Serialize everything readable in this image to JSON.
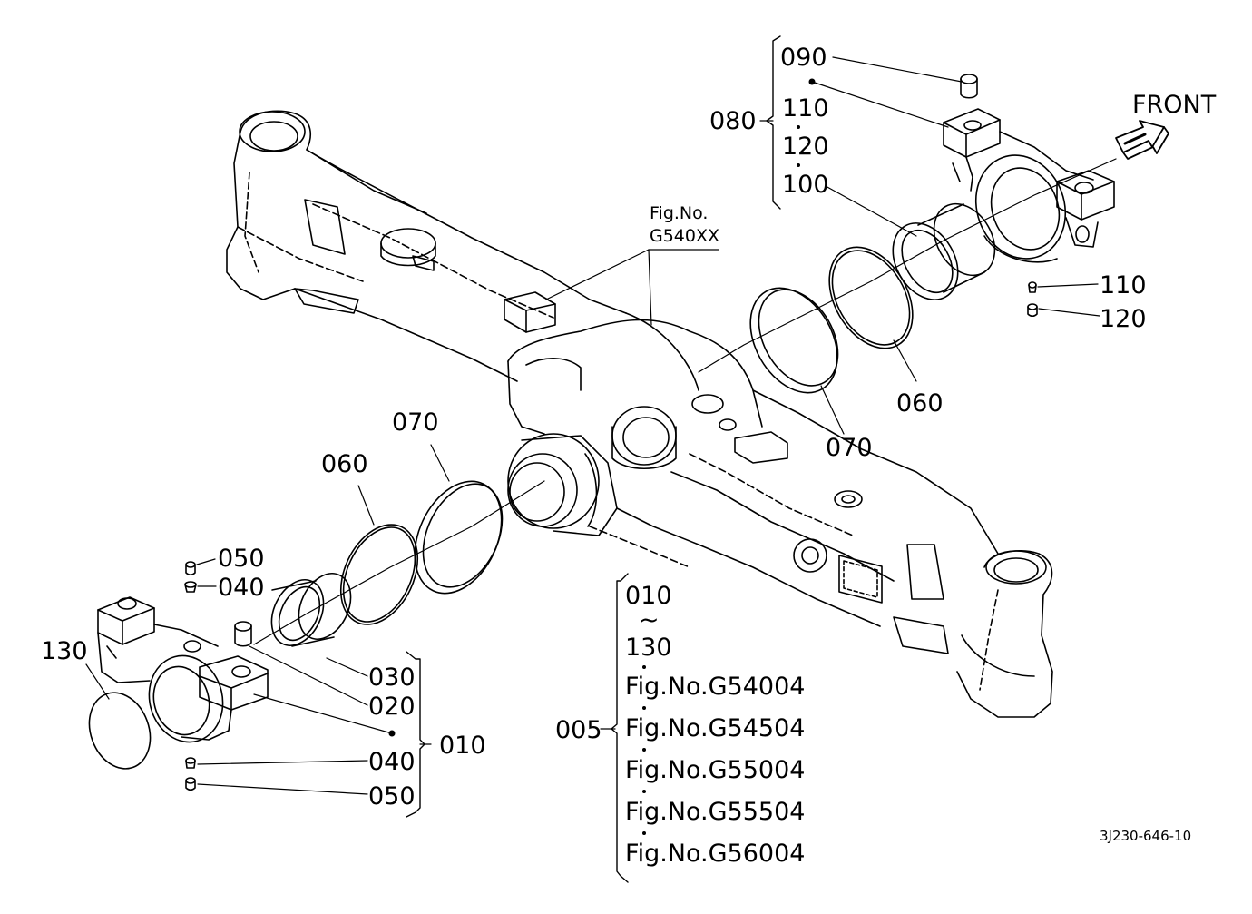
{
  "labels": {
    "front": "FRONT",
    "fig_no_line1": "Fig.No.",
    "fig_no_line2": "G540XX",
    "p080": "080",
    "p090": "090",
    "p110_top": "110",
    "p120_top": "120",
    "p100": "100",
    "p110_right": "110",
    "p120_right": "120",
    "p060_right": "060",
    "p070_right": "070",
    "p070_left": "070",
    "p060_left": "060",
    "p050_top": "050",
    "p040_top": "040",
    "p130": "130",
    "p030": "030",
    "p020": "020",
    "p010": "010",
    "p040_bottom": "040",
    "p050_bottom": "050",
    "range_start": "010",
    "range_tilde": "~",
    "range_end": "130",
    "p005": "005",
    "fig_refs": [
      "Fig.No.G54004",
      "Fig.No.G54504",
      "Fig.No.G55004",
      "Fig.No.G55504",
      "Fig.No.G56004"
    ],
    "drawing_code": "3J230-646-10"
  }
}
